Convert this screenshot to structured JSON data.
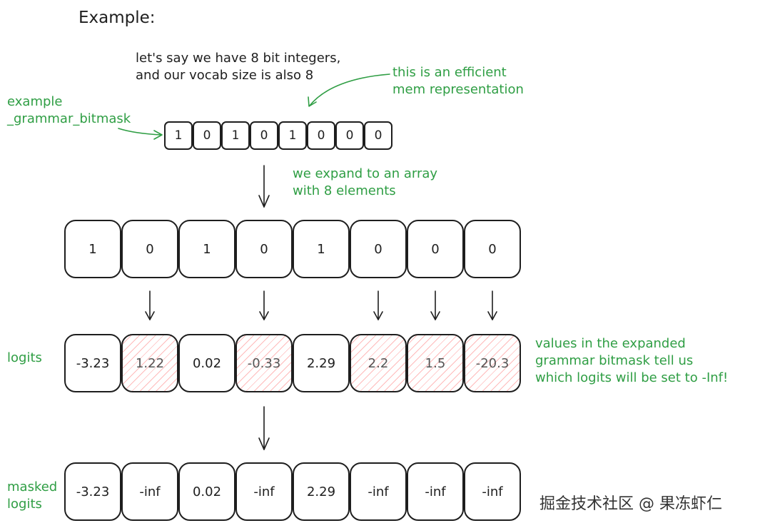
{
  "title": "Example:",
  "notes": {
    "intro": "let's say we have 8 bit integers,\nand our vocab size is also 8",
    "efficient": "this is an efficient\nmem representation",
    "bitmask_label": "example\n_grammar_bitmask",
    "expand": "we expand to an array\nwith 8 elements",
    "logits_label": "logits",
    "values_note": "values in the expanded\ngrammar bitmask tell us\nwhich logits will be set to -Inf!",
    "masked_label": "masked\nlogits"
  },
  "packed_bits": [
    "1",
    "0",
    "1",
    "0",
    "1",
    "0",
    "0",
    "0"
  ],
  "expanded_bits": [
    "1",
    "0",
    "1",
    "0",
    "1",
    "0",
    "0",
    "0"
  ],
  "logits": [
    "-3.23",
    "1.22",
    "0.02",
    "-0.33",
    "2.29",
    "2.2",
    "1.5",
    "-20.3"
  ],
  "masked_logits": [
    "-3.23",
    "-inf",
    "0.02",
    "-inf",
    "2.29",
    "-inf",
    "-inf",
    "-inf"
  ],
  "watermark": "掘金技术社区 @ 果冻虾仁",
  "colors": {
    "ink": "#1e1e1e",
    "annotation": "#2f9e44",
    "hatch": "#ff8282"
  }
}
